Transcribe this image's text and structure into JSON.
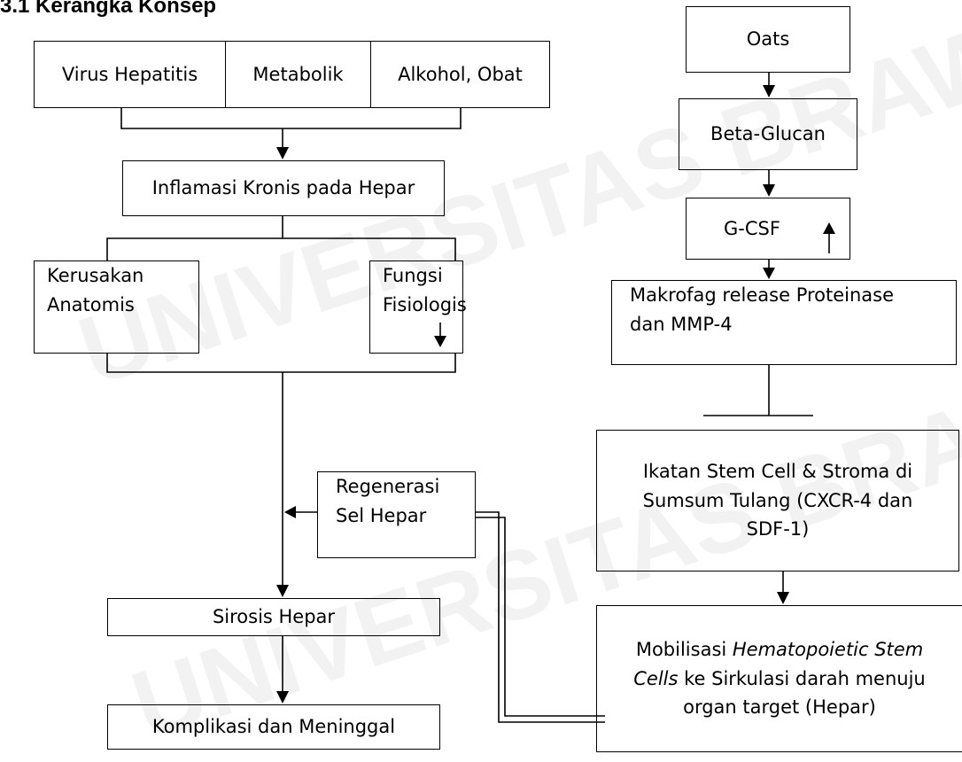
{
  "title": "3.1 Kerangka Konsep",
  "watermark": "UNIVERSITAS BRAWIJAYA",
  "left": {
    "causes": [
      "Virus Hepatitis",
      "Metabolik",
      "Alkohol, Obat"
    ],
    "inflammation": "Inflamasi Kronis pada Hepar",
    "damage": [
      "Kerusakan",
      "Anatomis"
    ],
    "function": [
      "Fungsi",
      "Fisiologis"
    ],
    "regeneration": [
      "Regenerasi",
      "Sel Hepar"
    ],
    "cirrhosis": "Sirosis Hepar",
    "outcome": "Komplikasi dan Meninggal"
  },
  "right": {
    "oats": "Oats",
    "beta": "Beta-Glucan",
    "gcsf": "G-CSF",
    "macrophage": [
      "Makrofag release Proteinase",
      "dan MMP-4"
    ],
    "binding": [
      "Ikatan Stem Cell & Stroma di",
      "Sumsum Tulang (CXCR-4 dan",
      "SDF-1)"
    ],
    "mobilization": {
      "line1_pre": "Mobilisasi ",
      "line1_italic": "Hematopoietic Stem",
      "line2_italic": "Cells",
      "line2_post": " ke Sirkulasi darah menuju",
      "line3": "organ target (Hepar)"
    }
  }
}
